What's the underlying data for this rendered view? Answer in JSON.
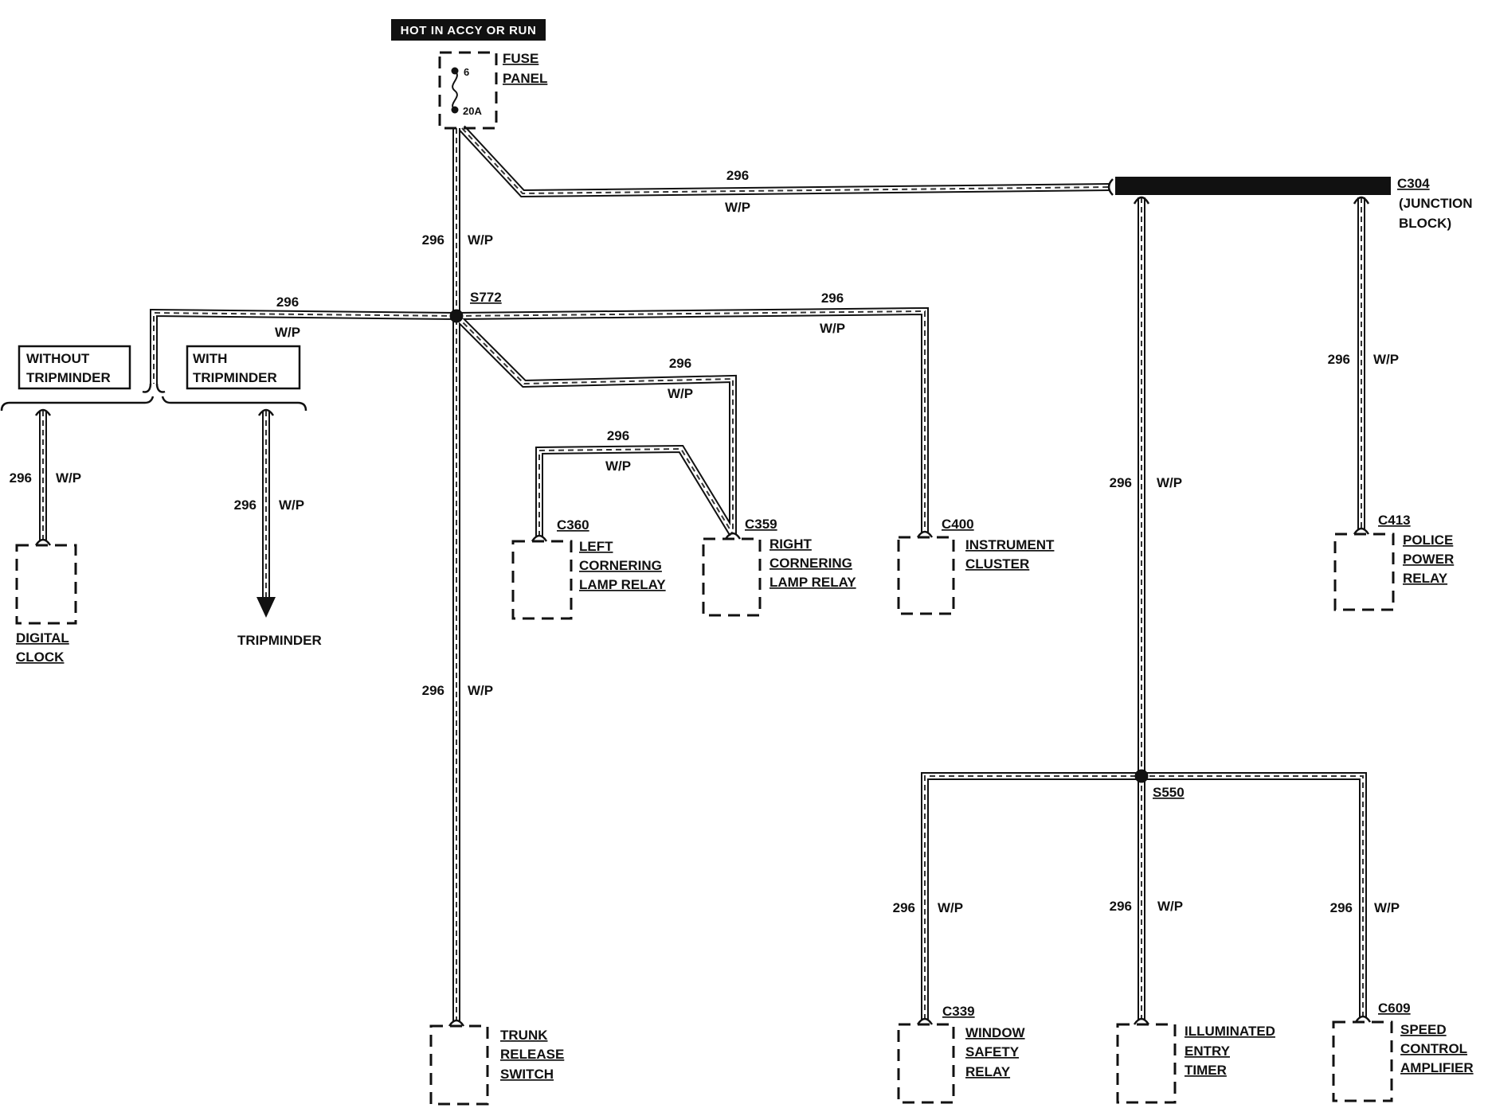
{
  "power_source": "HOT IN ACCY OR RUN",
  "fuse_panel": {
    "label": [
      "FUSE",
      "PANEL"
    ],
    "fuse_number": "6",
    "fuse_rating": "20A"
  },
  "wire": {
    "circuit": "296",
    "color": "W/P"
  },
  "splices": {
    "upper": "S772",
    "lower": "S550"
  },
  "junction_block": {
    "connector": "C304",
    "label": [
      "(JUNCTION",
      "BLOCK)"
    ]
  },
  "tripminder_options": {
    "without": [
      "WITHOUT",
      "TRIPMINDER"
    ],
    "with": [
      "WITH",
      "TRIPMINDER"
    ]
  },
  "components": {
    "digital_clock": {
      "label": [
        "DIGITAL",
        "CLOCK"
      ]
    },
    "tripminder": {
      "label": "TRIPMINDER"
    },
    "left_cornering_lamp_relay": {
      "connector": "C360",
      "label": [
        "LEFT",
        "CORNERING",
        "LAMP RELAY"
      ]
    },
    "right_cornering_lamp_relay": {
      "connector": "C359",
      "label": [
        "RIGHT",
        "CORNERING",
        "LAMP RELAY"
      ]
    },
    "instrument_cluster": {
      "connector": "C400",
      "label": [
        "INSTRUMENT",
        "CLUSTER"
      ]
    },
    "police_power_relay": {
      "connector": "C413",
      "label": [
        "POLICE",
        "POWER",
        "RELAY"
      ]
    },
    "trunk_release_switch": {
      "label": [
        "TRUNK",
        "RELEASE",
        "SWITCH"
      ]
    },
    "window_safety_relay": {
      "connector": "C339",
      "label": [
        "WINDOW",
        "SAFETY",
        "RELAY"
      ]
    },
    "illuminated_entry_timer": {
      "label": [
        "ILLUMINATED",
        "ENTRY",
        "TIMER"
      ]
    },
    "speed_control_amplifier": {
      "connector": "C609",
      "label": [
        "SPEED",
        "CONTROL",
        "AMPLIFIER"
      ]
    }
  }
}
